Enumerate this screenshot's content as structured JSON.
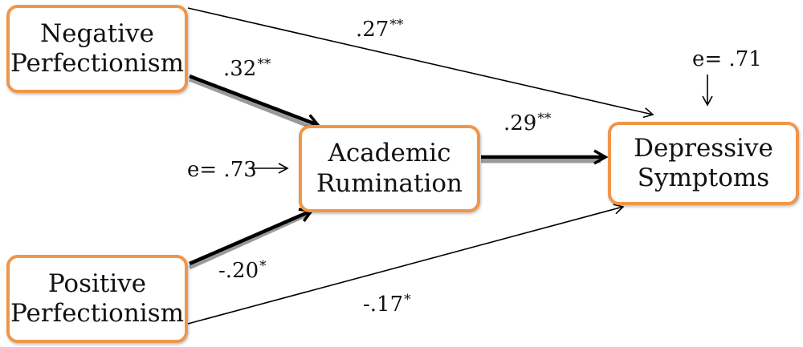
{
  "colors": {
    "node_border": "#F0964A",
    "arrow": "#000000",
    "arrow_shadow": "#9a9a9a",
    "text": "#111111"
  },
  "nodes": {
    "negative_perfectionism": {
      "line1": "Negative",
      "line2": "Perfectionism"
    },
    "academic_rumination": {
      "line1": "Academic",
      "line2": "Rumination"
    },
    "depressive_symptoms": {
      "line1": "Depressive",
      "line2": "Symptoms"
    },
    "positive_perfectionism": {
      "line1": "Positive",
      "line2": "Perfectionism"
    }
  },
  "paths": {
    "neg_to_rum": {
      "value": ".32",
      "sig": "**",
      "emphasis": "bold"
    },
    "neg_to_dep": {
      "value": ".27",
      "sig": "**",
      "emphasis": "thin"
    },
    "rum_to_dep": {
      "value": ".29",
      "sig": "**",
      "emphasis": "bold"
    },
    "pos_to_rum": {
      "value": "-.20",
      "sig": "*",
      "emphasis": "bold"
    },
    "pos_to_dep": {
      "value": "-.17",
      "sig": "*",
      "emphasis": "thin"
    }
  },
  "errors": {
    "rumination": "e= .73",
    "depressive": "e= .71"
  }
}
